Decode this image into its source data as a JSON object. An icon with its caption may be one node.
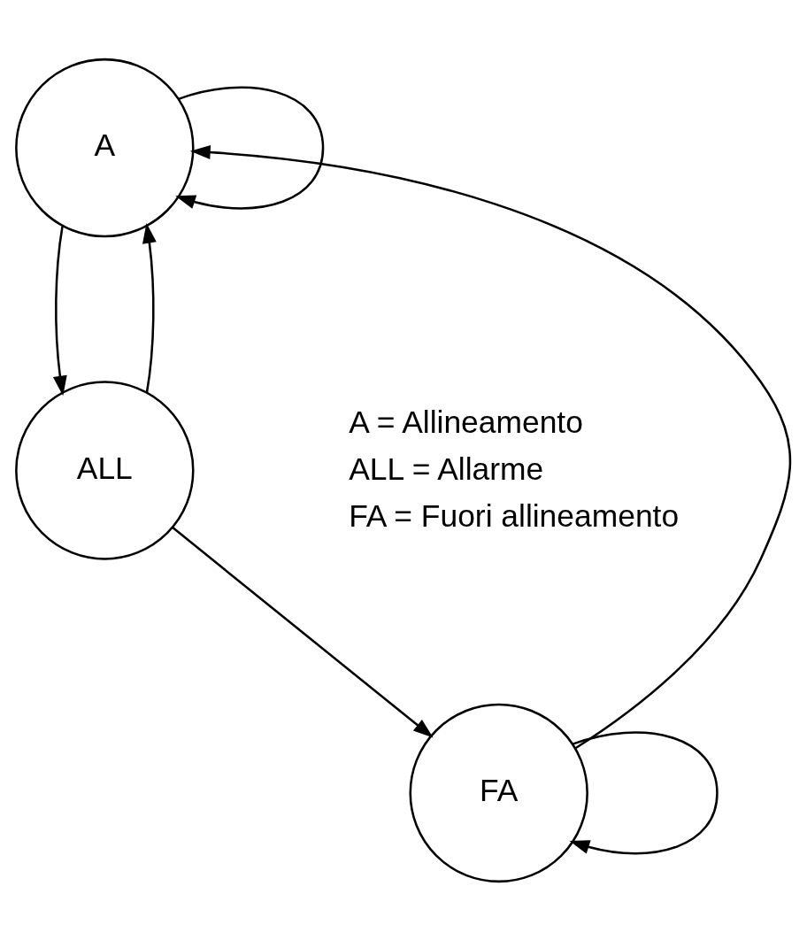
{
  "diagram": {
    "nodes": [
      {
        "text": [
          "A"
        ]
      },
      {
        "text": [
          "ALL"
        ]
      },
      {
        "text": [
          "FA"
        ]
      }
    ],
    "edges": [
      {
        "from": 0,
        "to": 0,
        "arrow": "to"
      },
      {
        "from": 0,
        "to": 1,
        "arrow": "to"
      },
      {
        "from": 1,
        "to": 0,
        "arrow": "to"
      },
      {
        "from": 1,
        "to": 2,
        "arrow": "to"
      },
      {
        "from": 2,
        "to": 0,
        "arrow": "to"
      },
      {
        "from": 2,
        "to": 2,
        "arrow": "to"
      }
    ],
    "labels": [
      "A = Allineamento",
      "ALL = Allarme",
      "FA = Fuori allineamento"
    ]
  }
}
